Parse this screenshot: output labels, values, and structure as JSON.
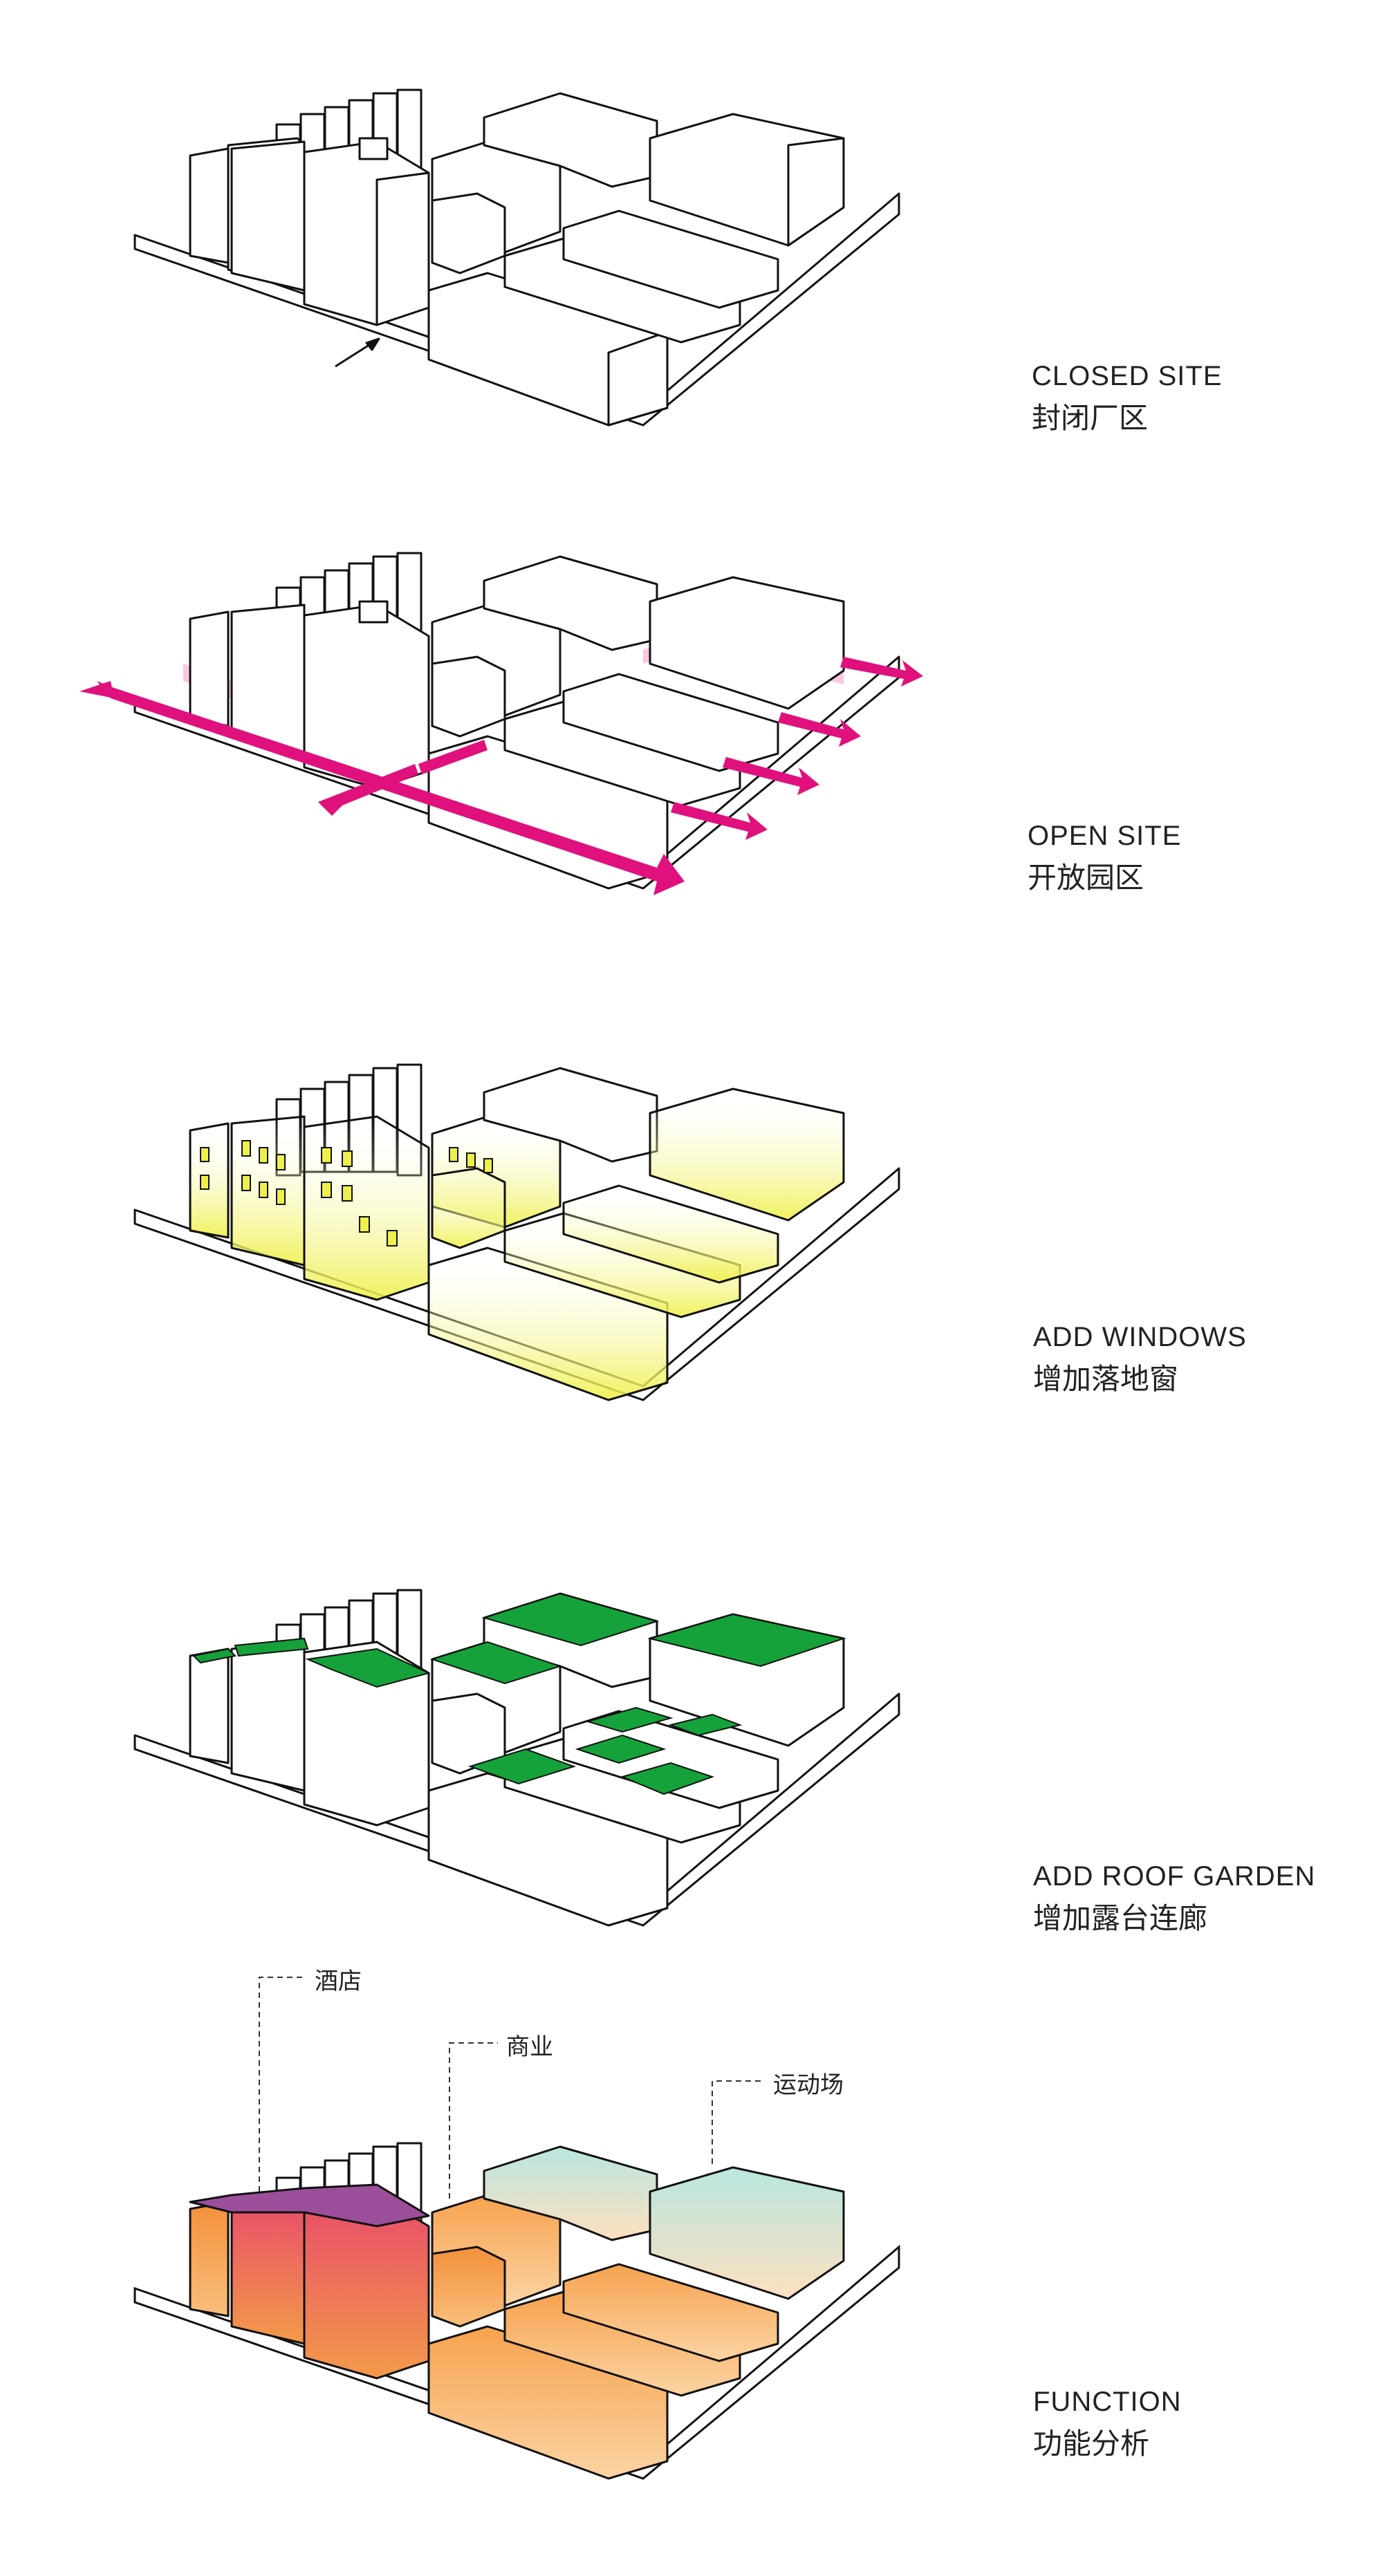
{
  "stages": [
    {
      "en": "CLOSED SITE",
      "cn": "封闭厂区"
    },
    {
      "en": "OPEN SITE",
      "cn": "开放园区"
    },
    {
      "en": "ADD WINDOWS",
      "cn": "增加落地窗"
    },
    {
      "en": "ADD ROOF GARDEN",
      "cn": "增加露台连廊"
    },
    {
      "en": "FUNCTION",
      "cn": "功能分析"
    }
  ],
  "callouts": {
    "hotel": "酒店",
    "commercial": "商业",
    "sports": "运动场"
  },
  "colors": {
    "line": "#111111",
    "access": "#e0117c",
    "access_light": "#f7b9d8",
    "window": "#eef04a",
    "garden": "#15a23a",
    "hotel": "#9b4f9a",
    "commercial": "#f39a4a",
    "sports": "#aee0da"
  }
}
